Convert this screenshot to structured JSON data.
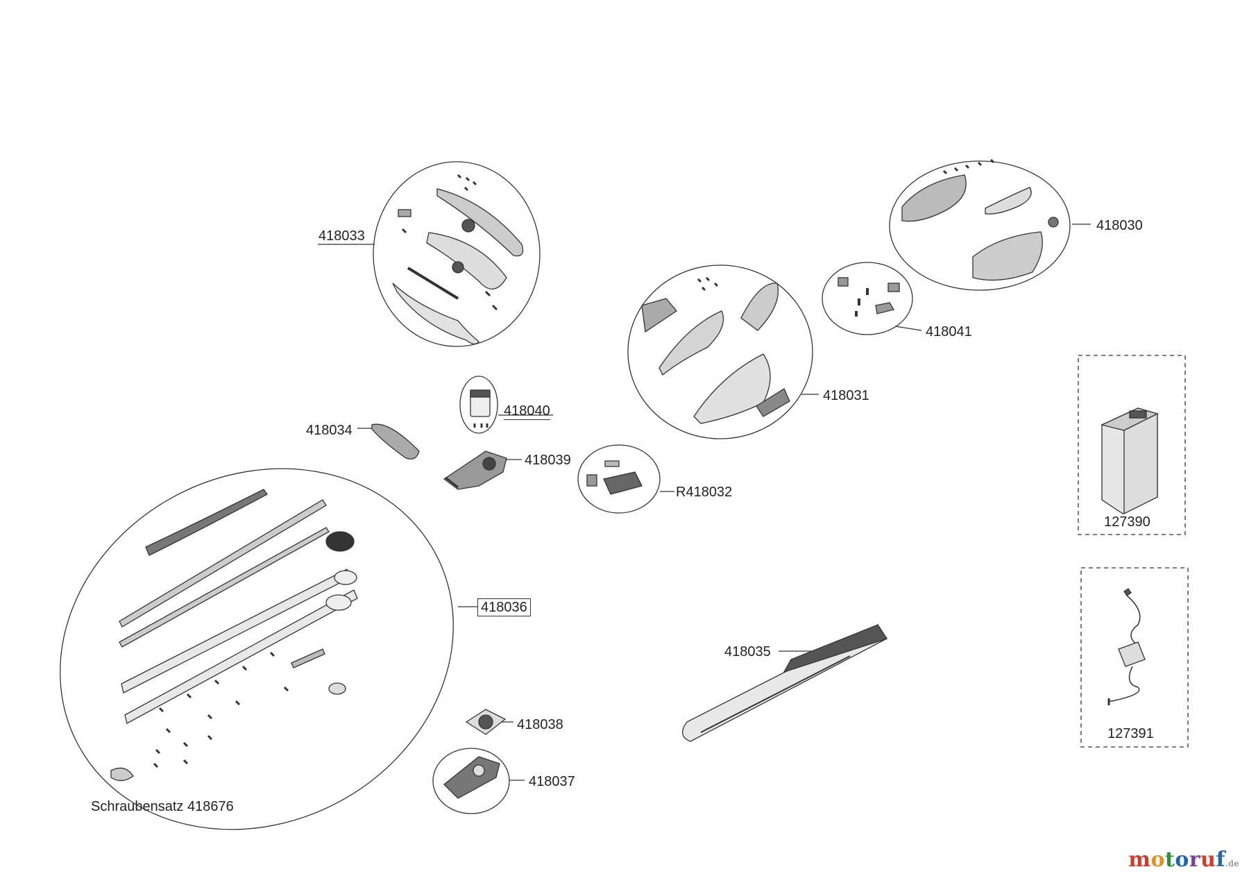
{
  "labels": {
    "p418033": "418033",
    "p418030": "418030",
    "p418041": "418041",
    "p418031": "418031",
    "p418040": "418040",
    "p418034": "418034",
    "p418039": "418039",
    "r418032": "R418032",
    "p127390": "127390",
    "p418036": "418036",
    "p418035": "418035",
    "p418038": "418038",
    "p418037": "418037",
    "p127391": "127391",
    "screwset": "Schraubensatz 418676"
  },
  "watermark": {
    "letters": [
      "m",
      "o",
      "t",
      "o",
      "r",
      "u",
      "f"
    ],
    "colors": [
      "#d23a2a",
      "#e58f1f",
      "#2f8f3a",
      "#1f63b5",
      "#7a3fa0",
      "#d23a2a",
      "#1f63b5"
    ],
    "tld": ".de"
  },
  "icons": {
    "housing_parts": "exploded-housing-icon",
    "motor": "motor-icon",
    "gearbox": "gearbox-icon",
    "battery": "battery-icon",
    "charger": "charger-icon",
    "blade": "blade-icon",
    "guard": "blade-guard-icon"
  }
}
